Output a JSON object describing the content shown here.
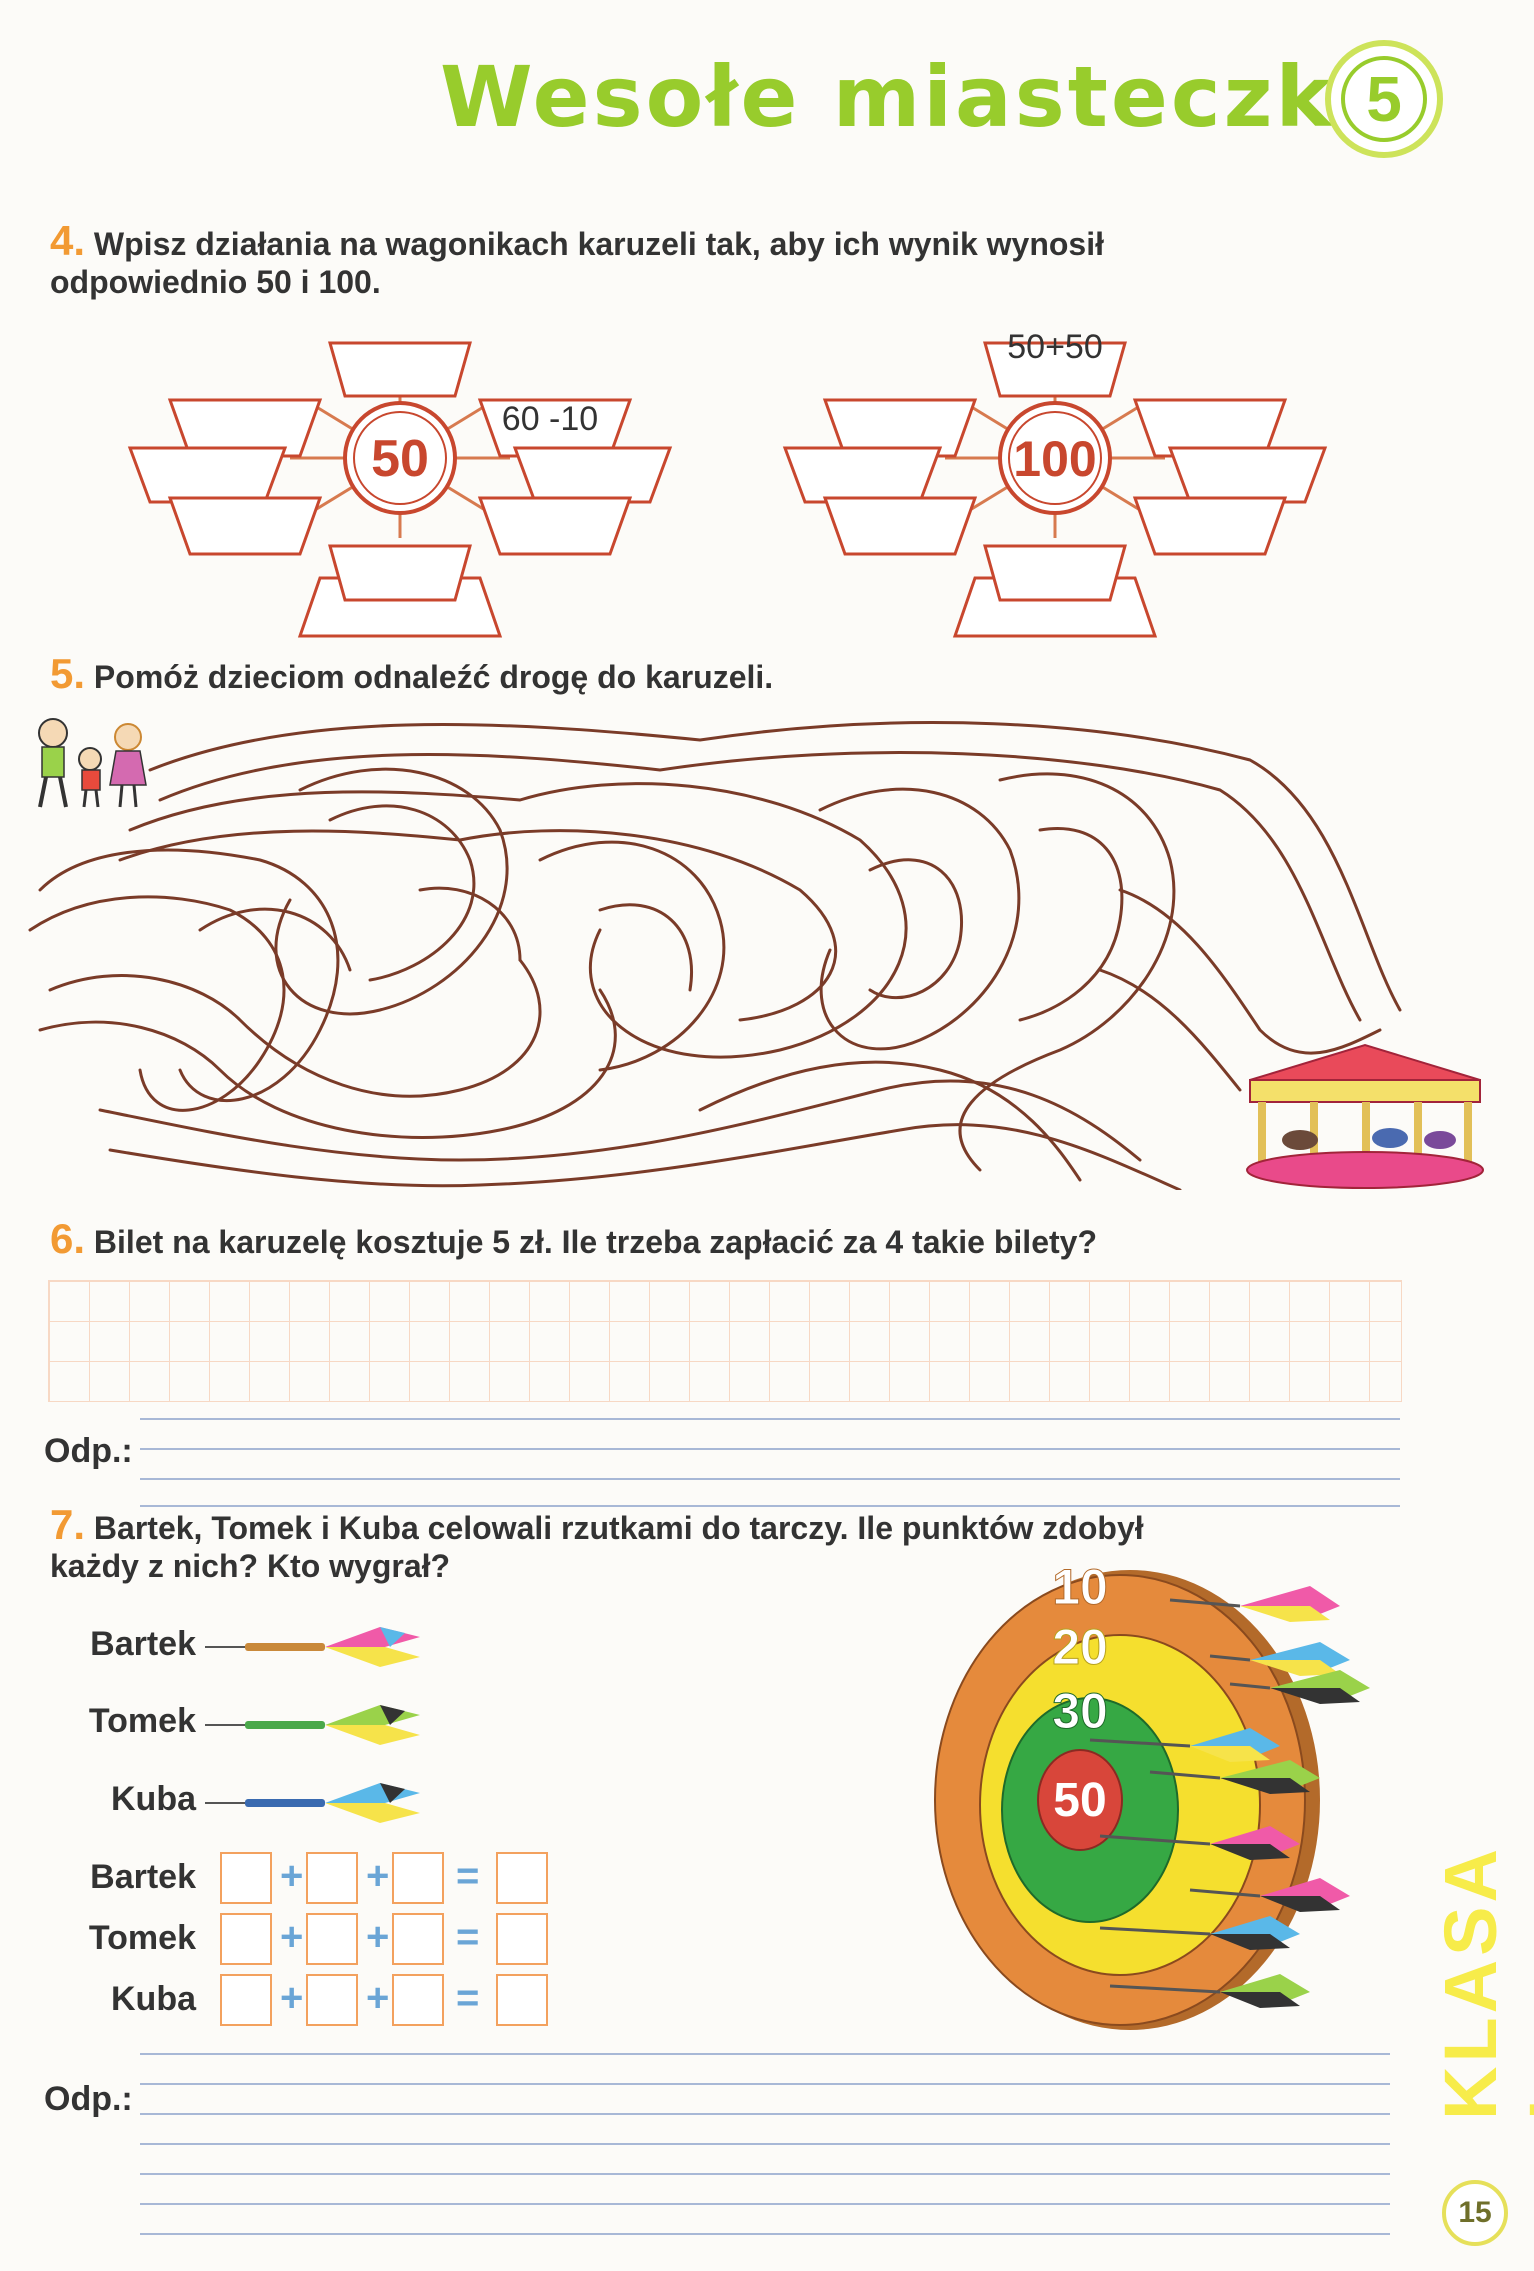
{
  "header": {
    "title": "Wesołe miasteczko",
    "chapter": "5"
  },
  "task4": {
    "number": "4.",
    "text_line1": "Wpisz działania na wagonikach karuzeli tak, aby ich wynik wynosił",
    "text_line2": "odpowiednio 50 i 100.",
    "wheel1": {
      "center": "50",
      "example": "60 -10"
    },
    "wheel2": {
      "center": "100",
      "example": "50+50"
    }
  },
  "task5": {
    "number": "5.",
    "text": "Pomóż dzieciom odnaleźć drogę do karuzeli."
  },
  "task6": {
    "number": "6.",
    "text": "Bilet na karuzelę kosztuje 5 zł. Ile trzeba zapłacić za 4 takie bilety?",
    "answer_label": "Odp.:"
  },
  "task7": {
    "number": "7.",
    "text_line1": "Bartek, Tomek i Kuba celowali rzutkami do tarczy. Ile punktów zdobył",
    "text_line2": "każdy z nich? Kto wygrał?",
    "players": [
      "Bartek",
      "Tomek",
      "Kuba"
    ],
    "eq_labels": [
      "Bartek",
      "Tomek",
      "Kuba"
    ],
    "ops": {
      "plus": "+",
      "equals": "="
    },
    "target_scores": [
      "10",
      "20",
      "30",
      "50"
    ],
    "answer_label": "Odp.:",
    "colors": {
      "ring10": "#e58a3c",
      "ring20": "#f5df2e",
      "ring30": "#36a844",
      "ring50": "#d8463a"
    }
  },
  "side_label": "KLASA I",
  "page_number": "15"
}
